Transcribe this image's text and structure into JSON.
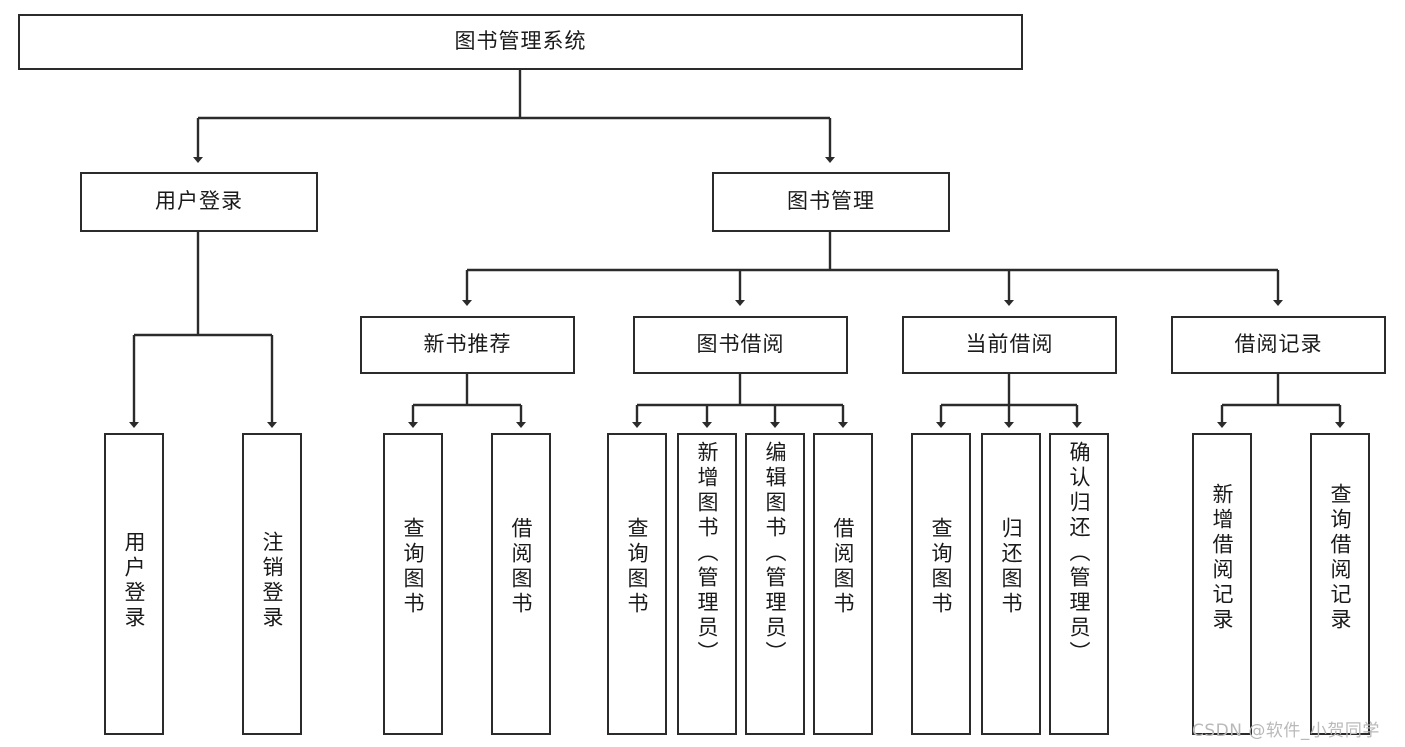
{
  "diagram": {
    "title": "图书管理系统",
    "type": "hierarchy-tree",
    "background_color": "#ffffff",
    "box_border_color": "#2b2b2b",
    "connector_color": "#2b2b2b",
    "text_color": "#1a1a1a"
  },
  "root": {
    "label": "图书管理系统"
  },
  "level2": [
    {
      "label": "用户登录"
    },
    {
      "label": "图书管理"
    }
  ],
  "level3": [
    {
      "label": "新书推荐"
    },
    {
      "label": "图书借阅"
    },
    {
      "label": "当前借阅"
    },
    {
      "label": "借阅记录"
    }
  ],
  "leaves": {
    "user_login": [
      {
        "label": "用户登录"
      },
      {
        "label": "注销登录"
      }
    ],
    "new_book": [
      {
        "label": "查询图书"
      },
      {
        "label": "借阅图书"
      }
    ],
    "book_borrow": [
      {
        "label": "查询图书"
      },
      {
        "label": "新增图书（管理员）"
      },
      {
        "label": "编辑图书（管理员）"
      },
      {
        "label": "借阅图书"
      }
    ],
    "current_borrow": [
      {
        "label": "查询图书"
      },
      {
        "label": "归还图书"
      },
      {
        "label": "确认归还（管理员）"
      }
    ],
    "borrow_record": [
      {
        "label": "新增借阅记录"
      },
      {
        "label": "查询借阅记录"
      }
    ]
  },
  "watermark": {
    "text": "CSDN @软件_小贺同学",
    "color": "#b9b9b9"
  }
}
